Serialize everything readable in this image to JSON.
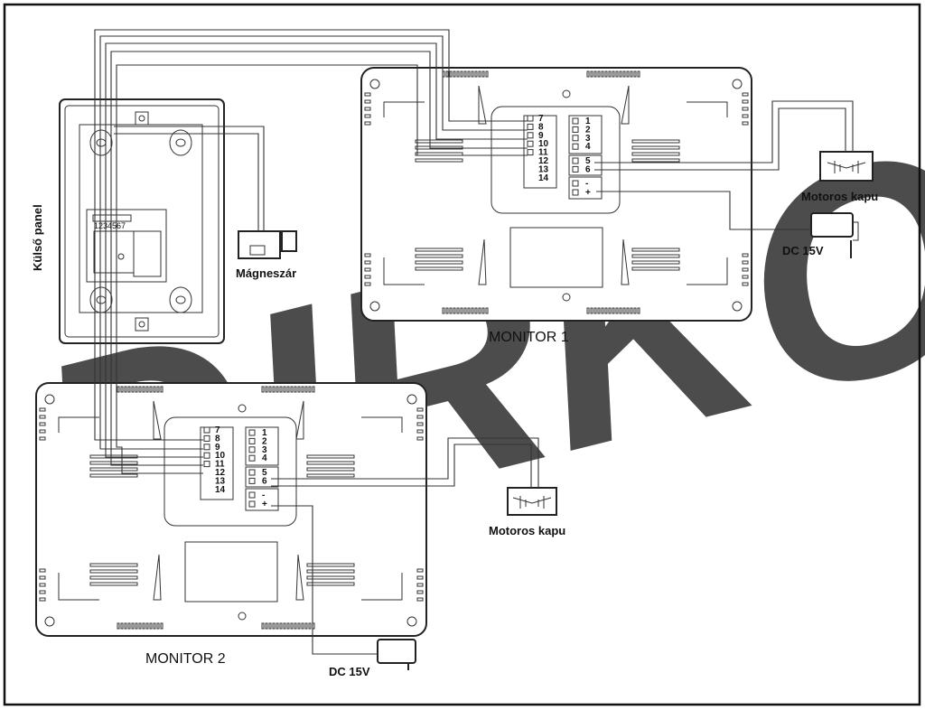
{
  "watermark": {
    "text": "DIRKO",
    "color": "#c9d1ee"
  },
  "labels": {
    "outdoor_panel": "Külső panel",
    "magnetic_lock": "Mágneszár",
    "monitor1": "MONITOR 1",
    "monitor2": "MONITOR 2",
    "gate1": "Motoros kapu",
    "gate2": "Motoros kapu",
    "dc1": "DC 15V",
    "dc2": "DC 15V",
    "panel_dip": "1234567"
  },
  "terminals_left": [
    "7",
    "8",
    "9",
    "10",
    "11",
    "12",
    "13",
    "14"
  ],
  "terminals_right_top": [
    "1",
    "2",
    "3",
    "4"
  ],
  "terminals_right_mid": [
    "5",
    "6"
  ],
  "terminals_power": [
    "-",
    "+"
  ],
  "colors": {
    "frame": "#222222",
    "wire": "#333333"
  }
}
